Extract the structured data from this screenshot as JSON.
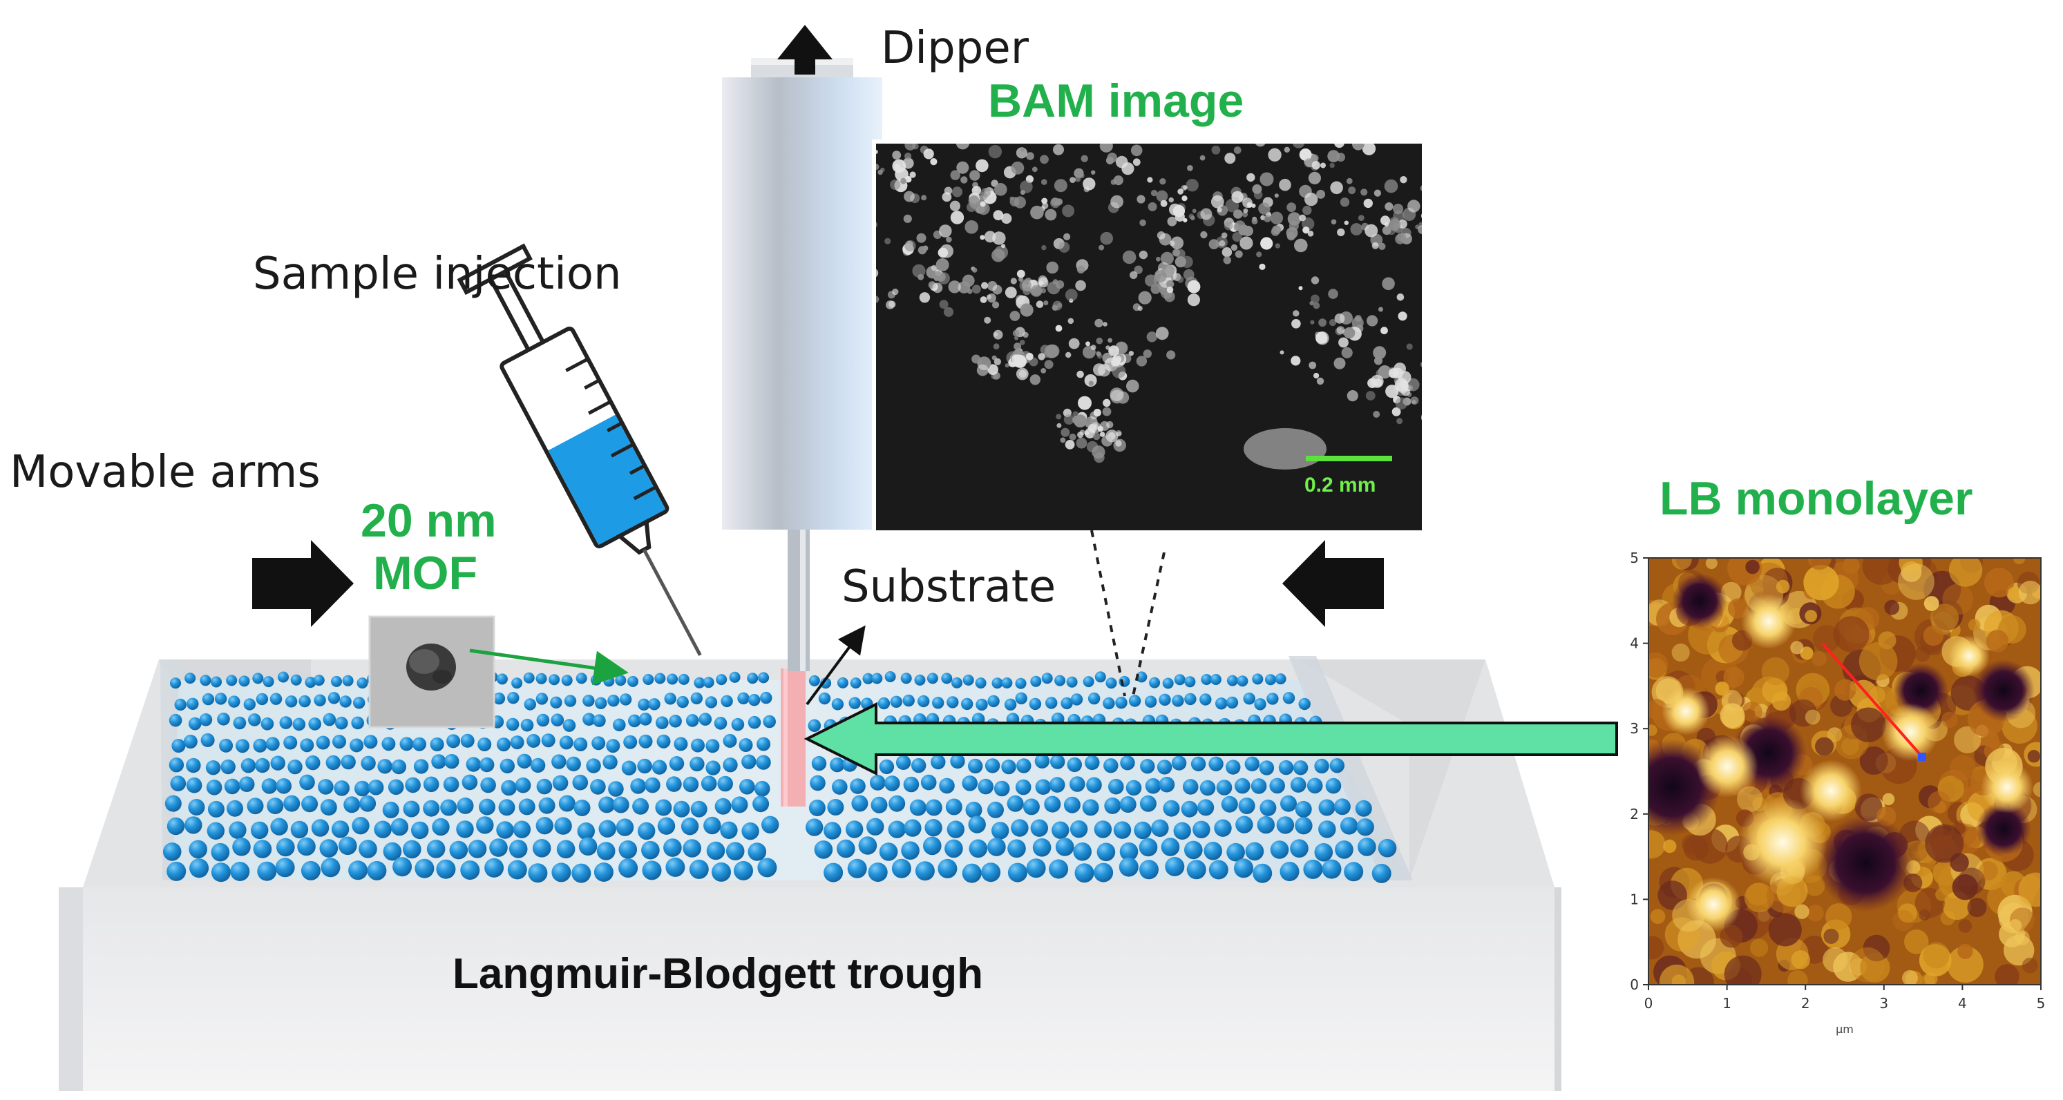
{
  "labels": {
    "dipper": "Dipper",
    "bam_image": "BAM image",
    "sample_injection": "Sample injection",
    "movable_arms": "Movable arms",
    "mof_size": "20 nm",
    "mof": "MOF",
    "substrate": "Substrate",
    "lb_monolayer": "LB monolayer",
    "trough": "Langmuir-Blodgett trough"
  },
  "bam": {
    "scale_bar": "0.2 mm"
  },
  "afm": {
    "y_ticks": [
      "0",
      "1",
      "2",
      "3",
      "4",
      "5"
    ],
    "x_ticks": [
      "0",
      "1",
      "2",
      "3",
      "4",
      "5"
    ],
    "unit": "µm"
  },
  "colors": {
    "accent_green": "#22b04c",
    "particle_blue": "#1e8fd6",
    "arrow_green": "#5fe0a4",
    "substrate_pink": "#f5a9ad"
  },
  "icons": [
    "syringe-icon",
    "arrow-left-icon",
    "arrow-right-icon",
    "arrow-up-icon"
  ]
}
